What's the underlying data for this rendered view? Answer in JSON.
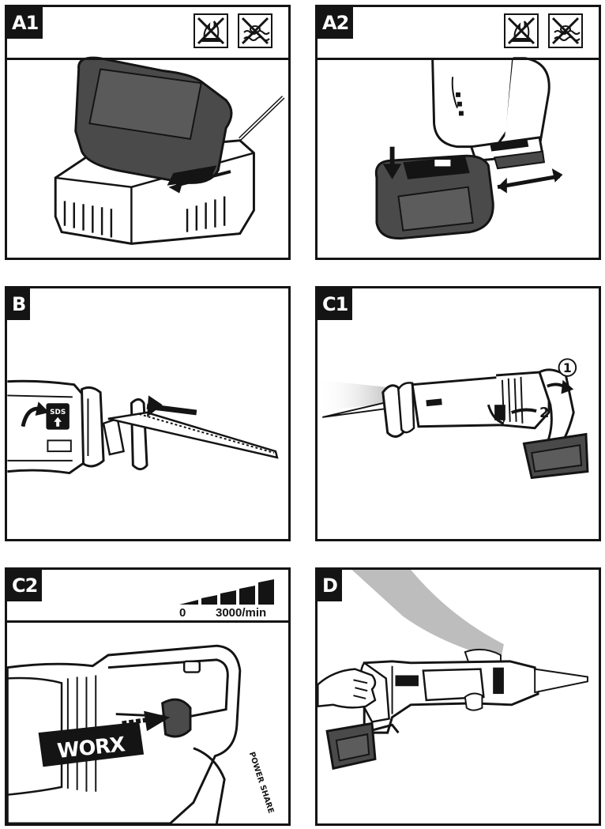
{
  "panels": {
    "a1": {
      "label": "A1"
    },
    "a2": {
      "label": "A2"
    },
    "b": {
      "label": "B"
    },
    "c1": {
      "label": "C1",
      "step1": "1",
      "step2": "2"
    },
    "c2": {
      "label": "C2",
      "speed_min": "0",
      "speed_max": "3000/min",
      "brand": "WORX",
      "badge": "POWER SHARE"
    },
    "d": {
      "label": "D"
    }
  },
  "button_labels": {
    "sds": "SDS"
  },
  "icons": [
    "no-fire-icon",
    "no-water-icon"
  ],
  "colors": {
    "ink": "#141414",
    "gray": "#4a4a4a",
    "light": "#bdbdbd",
    "paper": "#ffffff"
  }
}
